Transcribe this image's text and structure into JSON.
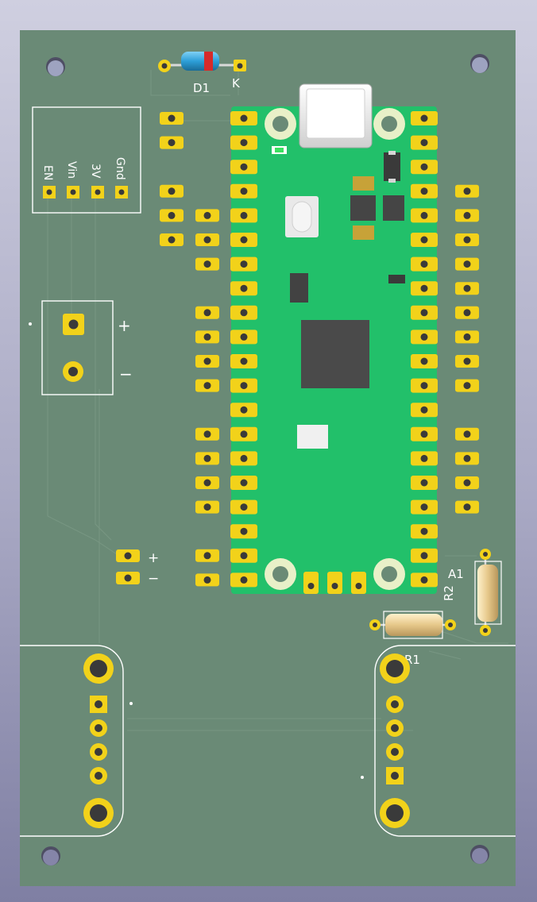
{
  "colors": {
    "board": "#6a8a76",
    "pico": "#22c06a",
    "pad": "#f2d21a",
    "silkscreen": "#ffffff",
    "chip": "#4a4a4a",
    "resistor": "#f0d7a0",
    "diode_body": "#2d9fd8",
    "diode_band": "#d62a2a"
  },
  "labels": {
    "d1": "D1",
    "k": "K",
    "gnd": "Gnd",
    "v3": "3V",
    "vin": "Vin",
    "en": "EN",
    "plus_top": "+",
    "minus_top": "−",
    "plus_bottom": "+",
    "minus_bottom": "−",
    "a1": "A1",
    "r2": "R2",
    "r1": "R1"
  }
}
